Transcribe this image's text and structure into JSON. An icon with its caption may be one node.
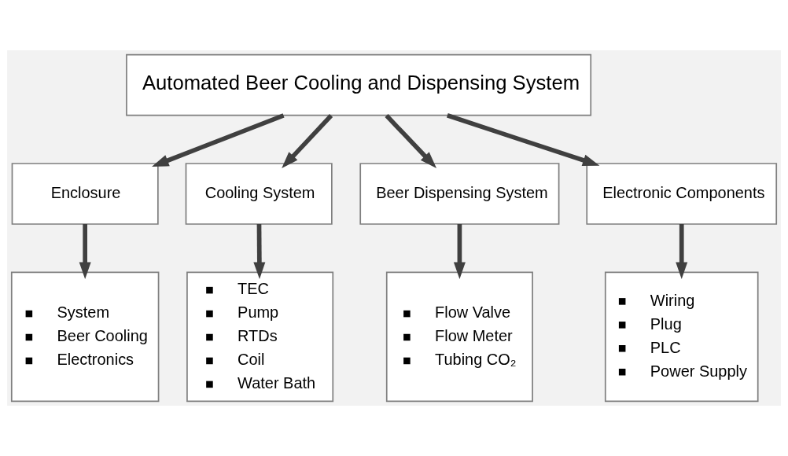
{
  "diagram": {
    "nodes": [
      {
        "text": [
          "Automated Beer Cooling and Dispensing System"
        ]
      },
      {
        "text": [
          "Enclosure"
        ]
      },
      {
        "text": [
          "Cooling System"
        ]
      },
      {
        "text": [
          "Beer Dispensing System"
        ]
      },
      {
        "text": [
          "Electronic Components"
        ]
      },
      {
        "text": [
          "System",
          "Beer Cooling",
          "Electronics"
        ]
      },
      {
        "text": [
          "TEC",
          "Pump",
          "RTDs",
          "Coil",
          "Water Bath"
        ]
      },
      {
        "text": [
          "Flow Valve",
          "Flow Meter",
          "Tubing CO₂"
        ]
      },
      {
        "text": [
          "Wiring",
          "Plug",
          "PLC",
          "Power Supply"
        ]
      }
    ],
    "edges": [
      {
        "from": 0,
        "to": 1,
        "arrow": "to"
      },
      {
        "from": 0,
        "to": 2,
        "arrow": "to"
      },
      {
        "from": 0,
        "to": 3,
        "arrow": "to"
      },
      {
        "from": 0,
        "to": 4,
        "arrow": "to"
      },
      {
        "from": 1,
        "to": 5,
        "arrow": "to"
      },
      {
        "from": 2,
        "to": 6,
        "arrow": "to"
      },
      {
        "from": 3,
        "to": 7,
        "arrow": "to"
      },
      {
        "from": 4,
        "to": 8,
        "arrow": "to"
      }
    ]
  }
}
